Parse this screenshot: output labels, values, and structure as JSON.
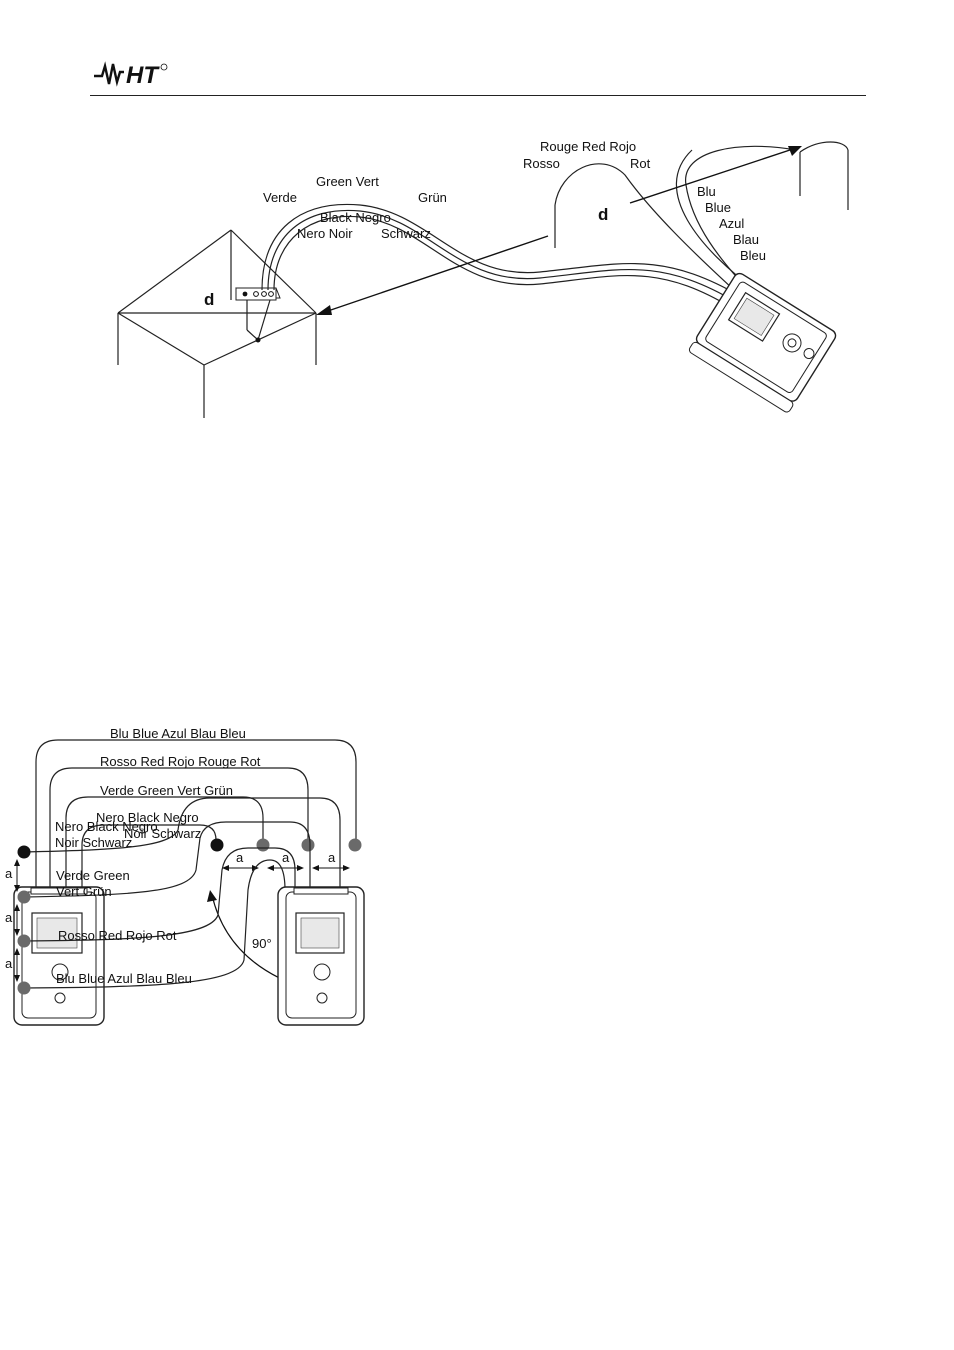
{
  "header": {
    "logo_text": "HT"
  },
  "figure1": {
    "labels": {
      "verde": "Verde",
      "green_vert": "Green Vert",
      "grun": "Grün",
      "black_negro": "Black Negro",
      "nero_noir": "Nero   Noir",
      "schwarz": "Schwarz",
      "rouge_red_rojo": "Rouge  Red Rojo",
      "rosso": "Rosso",
      "rot": "Rot",
      "blu": "Blu",
      "blue": "Blue",
      "azul": "Azul",
      "blau": "Blau",
      "bleu": "Bleu",
      "d_left": "d",
      "d_right": "d"
    }
  },
  "figure2": {
    "labels": {
      "blue_line": "Blu Blue Azul Blau Bleu",
      "red_line": "Rosso Red Rojo Rouge Rot",
      "green_line": "Verde Green Vert Grün",
      "black_line1": "Nero Black Negro",
      "black_line2": "Noir Schwarz",
      "spacing_a1": "a",
      "spacing_a2": "a",
      "spacing_a3": "a",
      "angle": "90°"
    }
  },
  "figure3": {
    "labels": {
      "black_line1": "Nero Black Negro",
      "black_line2": "Noir Schwarz",
      "green_line1": "Verde Green",
      "green_line2": "Vert Grün",
      "red_line": "Rosso Red Rojo Rot",
      "blue_line": "Blu Blue Azul Blau Bleu",
      "spacing_a1": "a",
      "spacing_a2": "a",
      "spacing_a3": "a"
    }
  }
}
